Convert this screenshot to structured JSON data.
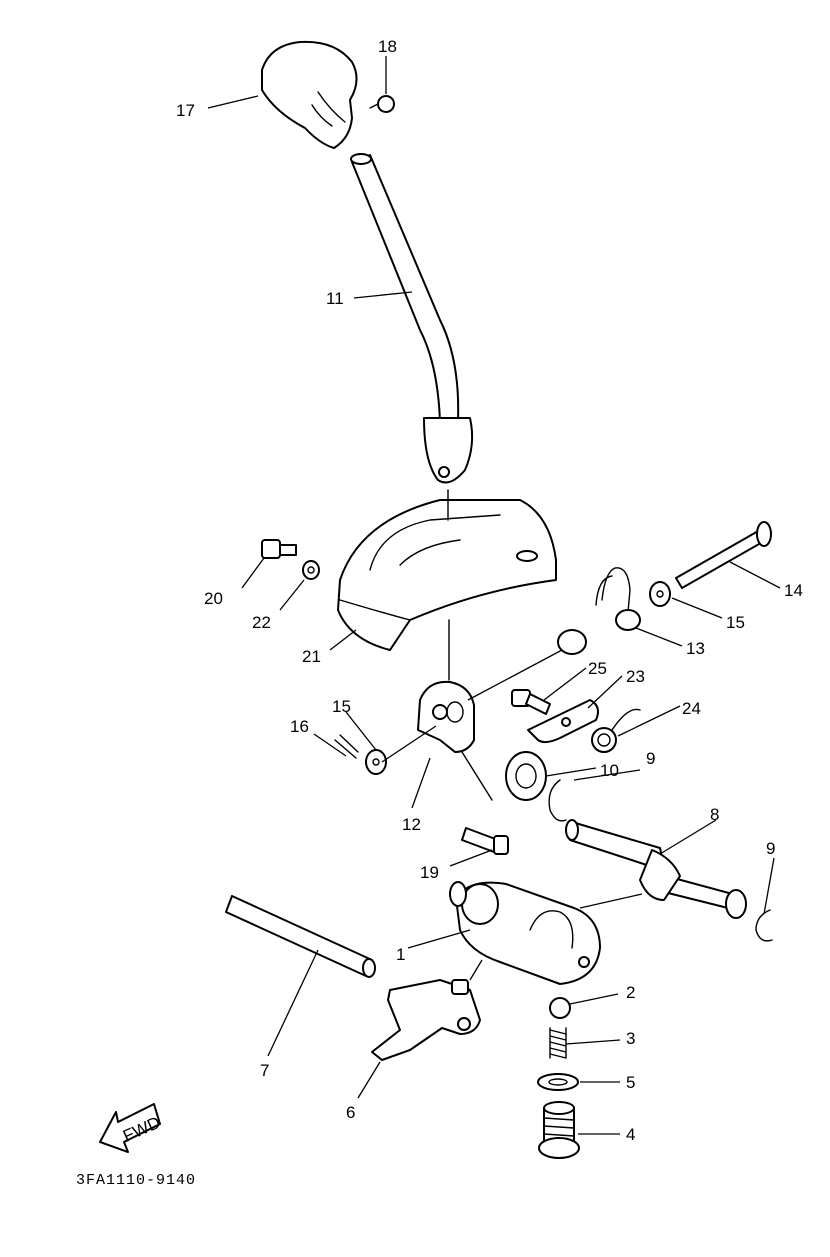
{
  "labels": [
    "1",
    "2",
    "3",
    "4",
    "5",
    "6",
    "7",
    "8",
    "9",
    "9",
    "10",
    "11",
    "12",
    "13",
    "14",
    "15",
    "15",
    "16",
    "17",
    "18",
    "19",
    "20",
    "21",
    "22",
    "23",
    "24",
    "25"
  ],
  "arrow_text": "FWD",
  "drawing_code": "3FA1110-9140"
}
